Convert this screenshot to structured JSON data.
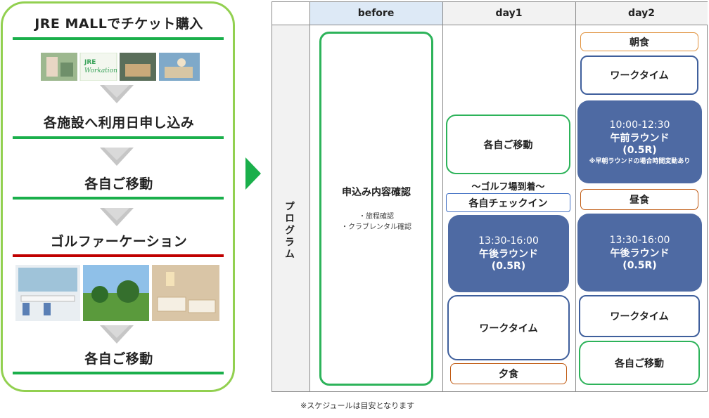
{
  "flow": {
    "steps": [
      "JRE MALLでチケット購入",
      "各施設へ利用日申し込み",
      "各自ご移動",
      "ゴルファーケーション",
      "各自ご移動"
    ],
    "banner_text": "JRE Workation"
  },
  "table": {
    "headers": [
      "before",
      "day1",
      "day2"
    ],
    "row_label": "プログラム",
    "before": {
      "title": "申込み内容確認",
      "items": [
        "・旅程確認",
        "・クラブレンタル確認"
      ]
    },
    "day1": {
      "move": "各自ご移動",
      "arrival": "～ゴルフ場到着～",
      "checkin": "各自チェックイン",
      "round_time": "13:30-16:00",
      "round_name": "午後ラウンド",
      "round_amount": "(0.5R)",
      "work": "ワークタイム",
      "dinner": "夕食"
    },
    "day2": {
      "breakfast": "朝食",
      "work1": "ワークタイム",
      "am_time": "10:00-12:30",
      "am_name": "午前ラウンド",
      "am_amount": "(0.5R)",
      "am_note": "※早朝ラウンドの場合時間変動あり",
      "lunch": "昼食",
      "pm_time": "13:30-16:00",
      "pm_name": "午後ラウンド",
      "pm_amount": "(0.5R)",
      "work2": "ワークタイム",
      "move": "各自ご移動"
    }
  },
  "footnote": "※スケジュールは目安となります",
  "colors": {
    "frame_green": "#92d050",
    "underline_green": "#1aaf4b",
    "underline_red": "#c00000",
    "round_fill": "#4e6aa3",
    "header_bg": "#dde9f6"
  }
}
